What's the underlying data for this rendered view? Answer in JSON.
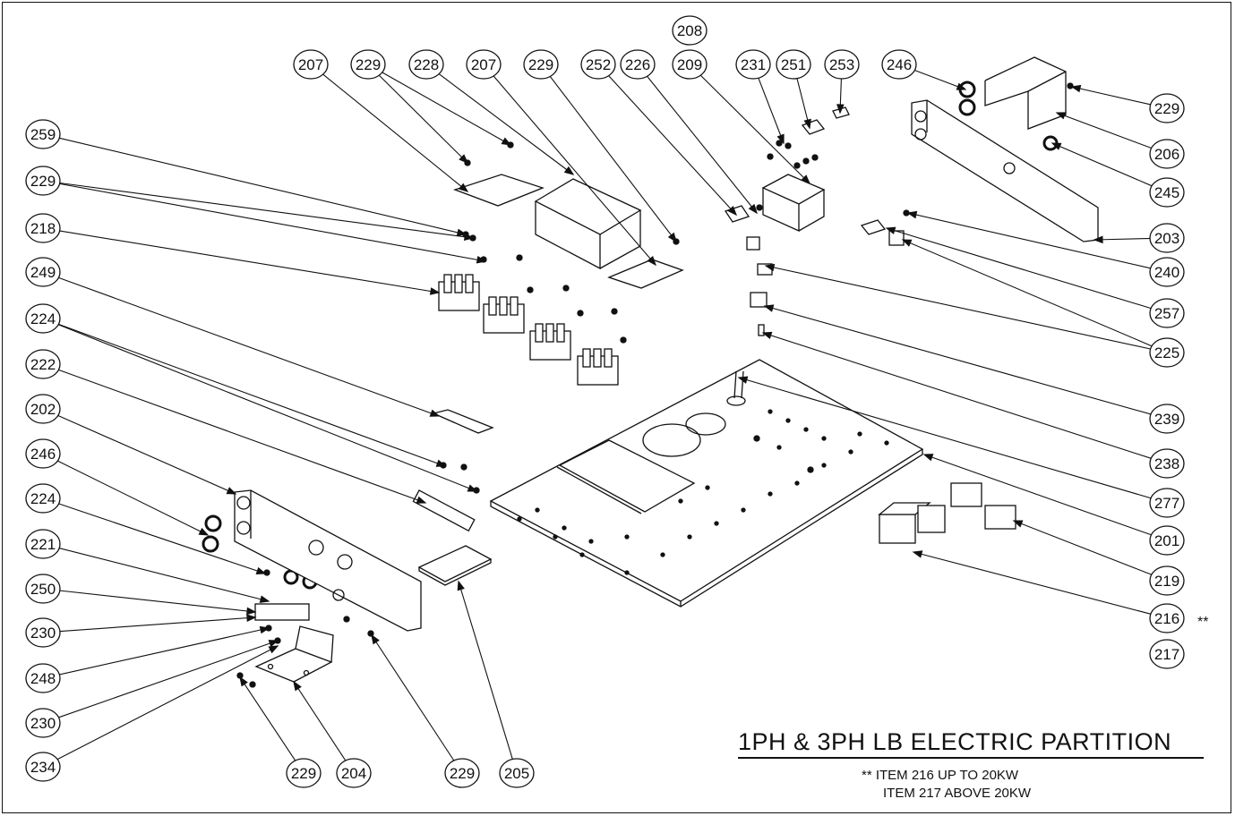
{
  "title": "1PH & 3PH LB ELECTRIC PARTITION",
  "notes": {
    "line1": "**  ITEM 216 UP TO 20KW",
    "line2": "ITEM 217 ABOVE 20KW",
    "marker": "**"
  },
  "balloons": [
    {
      "label": "208"
    },
    {
      "label": "207"
    },
    {
      "label": "229"
    },
    {
      "label": "228"
    },
    {
      "label": "207"
    },
    {
      "label": "229"
    },
    {
      "label": "252"
    },
    {
      "label": "226"
    },
    {
      "label": "209"
    },
    {
      "label": "231"
    },
    {
      "label": "251"
    },
    {
      "label": "253"
    },
    {
      "label": "246"
    },
    {
      "label": "229"
    },
    {
      "label": "206"
    },
    {
      "label": "245"
    },
    {
      "label": "203"
    },
    {
      "label": "240"
    },
    {
      "label": "257"
    },
    {
      "label": "225"
    },
    {
      "label": "239"
    },
    {
      "label": "238"
    },
    {
      "label": "277"
    },
    {
      "label": "201"
    },
    {
      "label": "219"
    },
    {
      "label": "216"
    },
    {
      "label": "217"
    },
    {
      "label": "259"
    },
    {
      "label": "229"
    },
    {
      "label": "218"
    },
    {
      "label": "249"
    },
    {
      "label": "224"
    },
    {
      "label": "222"
    },
    {
      "label": "202"
    },
    {
      "label": "246"
    },
    {
      "label": "224"
    },
    {
      "label": "221"
    },
    {
      "label": "250"
    },
    {
      "label": "230"
    },
    {
      "label": "248"
    },
    {
      "label": "230"
    },
    {
      "label": "234"
    },
    {
      "label": "229"
    },
    {
      "label": "204"
    },
    {
      "label": "229"
    },
    {
      "label": "205"
    }
  ]
}
